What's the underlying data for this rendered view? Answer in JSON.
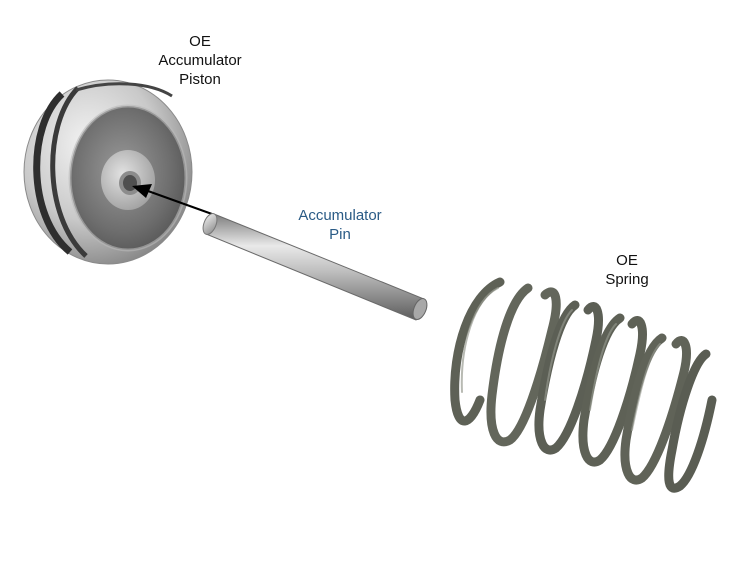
{
  "labels": {
    "piston": {
      "line1": "OE",
      "line2": "Accumulator",
      "line3": "Piston",
      "color": "#111111"
    },
    "pin": {
      "line1": "Accumulator",
      "line2": "Pin",
      "color": "#2a5b86"
    },
    "spring": {
      "line1": "OE",
      "line2": "Spring",
      "color": "#111111"
    }
  },
  "colors": {
    "background": "#ffffff",
    "metal_light": "#d8d8d8",
    "metal_dark": "#6f6f6f",
    "spring_wire": "#5e6156",
    "arrow": "#000000"
  },
  "icons": {
    "piston": "accumulator-piston-photo",
    "pin": "accumulator-pin-photo",
    "spring": "coil-spring-photo",
    "arrow": "pointer-arrow"
  }
}
